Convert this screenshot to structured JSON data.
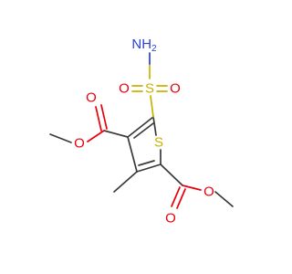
{
  "atoms": {
    "nh2": {
      "label": "NH",
      "sub": "2",
      "color": "#2a3fd9"
    },
    "o_sulfonyl_left": {
      "label": "O",
      "color": "#e8000b"
    },
    "s_sulfonyl": {
      "label": "S",
      "color": "#c8b200"
    },
    "o_sulfonyl_right": {
      "label": "O",
      "color": "#e8000b"
    },
    "o_carbonyl_upper": {
      "label": "O",
      "color": "#e8000b"
    },
    "o_ester_upper": {
      "label": "O",
      "color": "#e8000b"
    },
    "s_ring": {
      "label": "S",
      "color": "#c8b200"
    },
    "o_ester_lower": {
      "label": "O",
      "color": "#e8000b"
    },
    "o_carbonyl_lower": {
      "label": "O",
      "color": "#e8000b"
    }
  }
}
